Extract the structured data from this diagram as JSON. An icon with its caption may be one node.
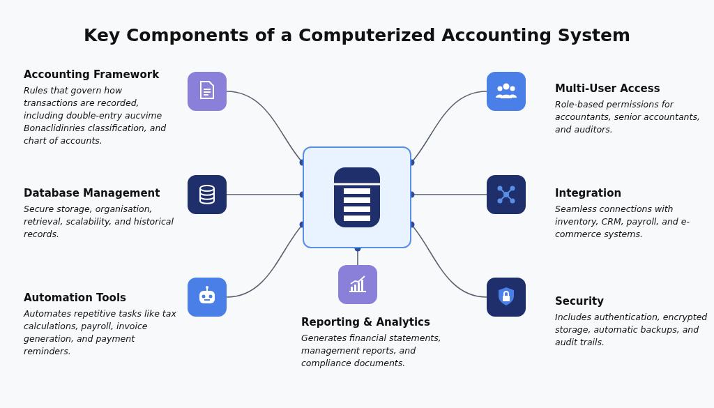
{
  "diagram": {
    "title": "Key Components of a Computerized Accounting System",
    "nodes": [
      {
        "text": [],
        "shape": "box",
        "beside": [
          "Accounting Framework",
          "Rules that govern how transactions are recorded, including double-entry aucvime Bonaclidinries classification, and chart of accounts."
        ]
      },
      {
        "text": [],
        "shape": "box",
        "beside": [
          "Multi-User Access",
          "Role-based permissions for accountants, senior accountants, and auditors."
        ]
      },
      {
        "text": [],
        "shape": "box"
      },
      {
        "text": [],
        "shape": "box",
        "beside": [
          "Database Management",
          "Secure storage, organisation, retrieval, scalability, and historical records."
        ]
      },
      {
        "text": [],
        "shape": "box",
        "beside": [
          "Integration",
          "Seamless connections with inventory, CRM, payroll, and e-commerce systems."
        ]
      },
      {
        "text": [],
        "shape": "box",
        "beside": [
          "Reporting & Analytics",
          "Generates financial statements, management reports, and compliance documents."
        ]
      },
      {
        "text": [],
        "shape": "box",
        "beside": [
          "Automation Tools",
          "Automates repetitive tasks like tax calculations, payroll, invoice generation, and payment reminders."
        ]
      },
      {
        "text": [],
        "shape": "box",
        "beside": [
          "Security",
          "Includes authentication, encrypted storage, automatic backups, and audit trails."
        ]
      }
    ],
    "edges": [
      {
        "from": 0,
        "to": 2,
        "arrow": "other"
      },
      {
        "from": 1,
        "to": 2,
        "arrow": "other"
      },
      {
        "from": 3,
        "to": 2,
        "arrow": "other"
      },
      {
        "from": 4,
        "to": 2,
        "arrow": "other"
      },
      {
        "from": 5,
        "to": 2,
        "arrow": "other"
      },
      {
        "from": 6,
        "to": 2,
        "arrow": "other"
      },
      {
        "from": 7,
        "to": 2,
        "arrow": "other"
      }
    ]
  }
}
